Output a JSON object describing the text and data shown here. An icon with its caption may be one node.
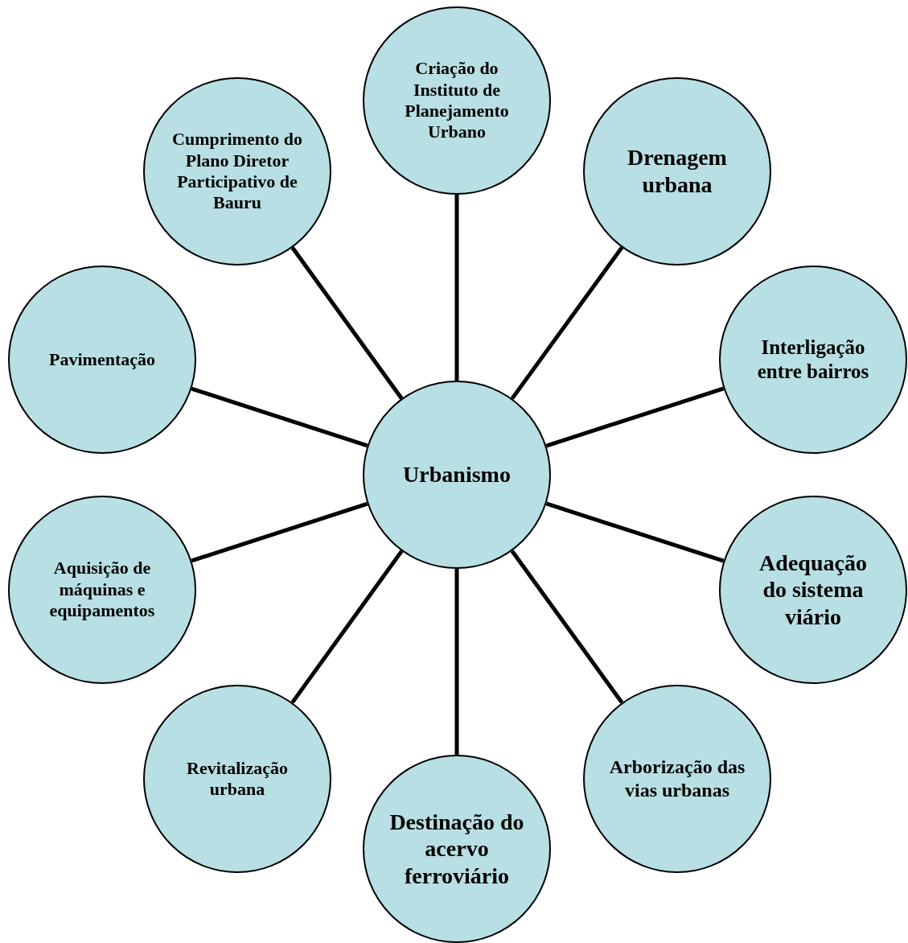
{
  "diagram": {
    "nodes": [
      {
        "text": [
          "Urbanismo"
        ]
      },
      {
        "text": [
          "Criação do Instituto de Planejamento Urbano"
        ]
      },
      {
        "text": [
          "Drenagem urbana"
        ]
      },
      {
        "text": [
          "Interligação entre bairros"
        ]
      },
      {
        "text": [
          "Adequação do sistema viário"
        ]
      },
      {
        "text": [
          "Arborização das vias urbanas"
        ]
      },
      {
        "text": [
          "Destinação do acervo ferroviário"
        ]
      },
      {
        "text": [
          "Revitalização urbana"
        ]
      },
      {
        "text": [
          "Aquisição de máquinas e equipamentos"
        ]
      },
      {
        "text": [
          "Pavimentação"
        ]
      },
      {
        "text": [
          "Cumprimento do Plano Diretor Participativo de Bauru"
        ]
      }
    ],
    "edges": [
      {
        "from": 0,
        "to": 1,
        "arrow": "none"
      },
      {
        "from": 0,
        "to": 2,
        "arrow": "none"
      },
      {
        "from": 0,
        "to": 3,
        "arrow": "none"
      },
      {
        "from": 0,
        "to": 4,
        "arrow": "none"
      },
      {
        "from": 0,
        "to": 5,
        "arrow": "none"
      },
      {
        "from": 0,
        "to": 6,
        "arrow": "none"
      },
      {
        "from": 0,
        "to": 7,
        "arrow": "none"
      },
      {
        "from": 0,
        "to": 8,
        "arrow": "none"
      },
      {
        "from": 0,
        "to": 9,
        "arrow": "none"
      },
      {
        "from": 0,
        "to": 10,
        "arrow": "none"
      }
    ]
  }
}
